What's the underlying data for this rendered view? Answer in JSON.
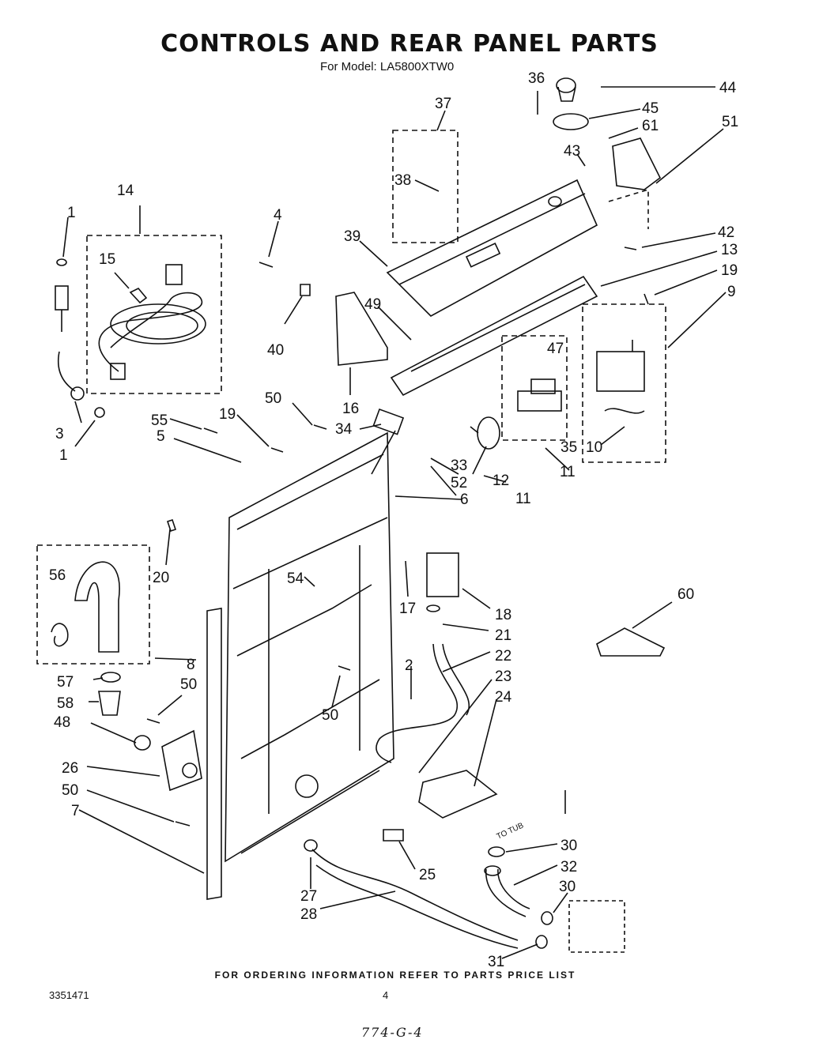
{
  "title": "CONTROLS AND REAR PANEL PARTS",
  "subtitle": "For Model: LA5800XTW0",
  "footer_note": "FOR ORDERING INFORMATION REFER TO PARTS PRICE LIST",
  "document_number": "3351471",
  "page_number": "4",
  "handwritten_note": "774-G-4",
  "tub_label": "TO TUB",
  "callouts": [
    {
      "id": "c1a",
      "text": "1"
    },
    {
      "id": "c1b",
      "text": "1"
    },
    {
      "id": "c2",
      "text": "2"
    },
    {
      "id": "c3",
      "text": "3"
    },
    {
      "id": "c4",
      "text": "4"
    },
    {
      "id": "c5",
      "text": "5"
    },
    {
      "id": "c6",
      "text": "6"
    },
    {
      "id": "c7",
      "text": "7"
    },
    {
      "id": "c8",
      "text": "8"
    },
    {
      "id": "c9",
      "text": "9"
    },
    {
      "id": "c10",
      "text": "10"
    },
    {
      "id": "c11a",
      "text": "11"
    },
    {
      "id": "c11b",
      "text": "11"
    },
    {
      "id": "c12",
      "text": "12"
    },
    {
      "id": "c13",
      "text": "13"
    },
    {
      "id": "c14",
      "text": "14"
    },
    {
      "id": "c15",
      "text": "15"
    },
    {
      "id": "c16",
      "text": "16"
    },
    {
      "id": "c17",
      "text": "17"
    },
    {
      "id": "c18",
      "text": "18"
    },
    {
      "id": "c19a",
      "text": "19"
    },
    {
      "id": "c19b",
      "text": "19"
    },
    {
      "id": "c20",
      "text": "20"
    },
    {
      "id": "c21",
      "text": "21"
    },
    {
      "id": "c22",
      "text": "22"
    },
    {
      "id": "c23",
      "text": "23"
    },
    {
      "id": "c24",
      "text": "24"
    },
    {
      "id": "c25",
      "text": "25"
    },
    {
      "id": "c26",
      "text": "26"
    },
    {
      "id": "c27",
      "text": "27"
    },
    {
      "id": "c28",
      "text": "28"
    },
    {
      "id": "c30a",
      "text": "30"
    },
    {
      "id": "c30b",
      "text": "30"
    },
    {
      "id": "c31",
      "text": "31"
    },
    {
      "id": "c32",
      "text": "32"
    },
    {
      "id": "c33",
      "text": "33"
    },
    {
      "id": "c34",
      "text": "34"
    },
    {
      "id": "c35",
      "text": "35"
    },
    {
      "id": "c36",
      "text": "36"
    },
    {
      "id": "c37",
      "text": "37"
    },
    {
      "id": "c38",
      "text": "38"
    },
    {
      "id": "c39",
      "text": "39"
    },
    {
      "id": "c40",
      "text": "40"
    },
    {
      "id": "c42",
      "text": "42"
    },
    {
      "id": "c43",
      "text": "43"
    },
    {
      "id": "c44",
      "text": "44"
    },
    {
      "id": "c45",
      "text": "45"
    },
    {
      "id": "c47",
      "text": "47"
    },
    {
      "id": "c48",
      "text": "48"
    },
    {
      "id": "c49",
      "text": "49"
    },
    {
      "id": "c50a",
      "text": "50"
    },
    {
      "id": "c50b",
      "text": "50"
    },
    {
      "id": "c50c",
      "text": "50"
    },
    {
      "id": "c50d",
      "text": "50"
    },
    {
      "id": "c51",
      "text": "51"
    },
    {
      "id": "c52",
      "text": "52"
    },
    {
      "id": "c54",
      "text": "54"
    },
    {
      "id": "c55",
      "text": "55"
    },
    {
      "id": "c56",
      "text": "56"
    },
    {
      "id": "c57",
      "text": "57"
    },
    {
      "id": "c58",
      "text": "58"
    },
    {
      "id": "c60",
      "text": "60"
    },
    {
      "id": "c61",
      "text": "61"
    }
  ]
}
